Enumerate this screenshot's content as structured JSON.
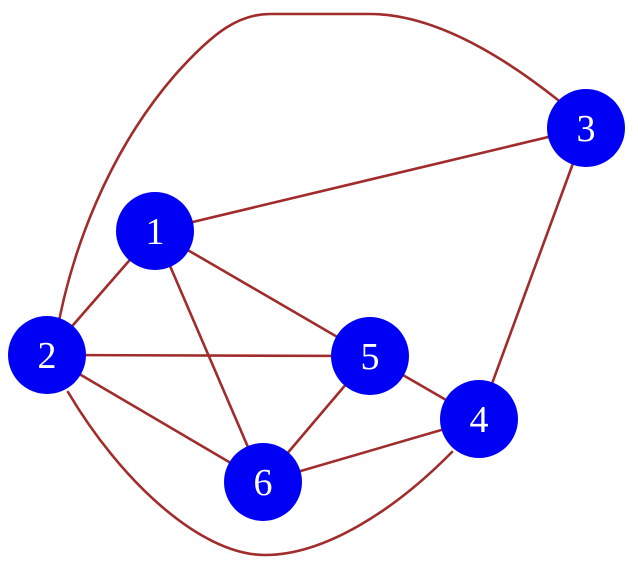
{
  "graph": {
    "colors": {
      "node_fill": "#0000f5",
      "node_label": "#ffffff",
      "edge": "#a02c2c",
      "background": "#ffffff"
    },
    "nodes": [
      {
        "id": "1",
        "label": "1"
      },
      {
        "id": "2",
        "label": "2"
      },
      {
        "id": "3",
        "label": "3"
      },
      {
        "id": "4",
        "label": "4"
      },
      {
        "id": "5",
        "label": "5"
      },
      {
        "id": "6",
        "label": "6"
      }
    ],
    "edges": [
      {
        "from": "1",
        "to": "3"
      },
      {
        "from": "1",
        "to": "2"
      },
      {
        "from": "1",
        "to": "5"
      },
      {
        "from": "1",
        "to": "6"
      },
      {
        "from": "2",
        "to": "5"
      },
      {
        "from": "2",
        "to": "6"
      },
      {
        "from": "2",
        "to": "3"
      },
      {
        "from": "2",
        "to": "4"
      },
      {
        "from": "3",
        "to": "4"
      },
      {
        "from": "5",
        "to": "4"
      },
      {
        "from": "5",
        "to": "6"
      },
      {
        "from": "6",
        "to": "4"
      }
    ]
  }
}
